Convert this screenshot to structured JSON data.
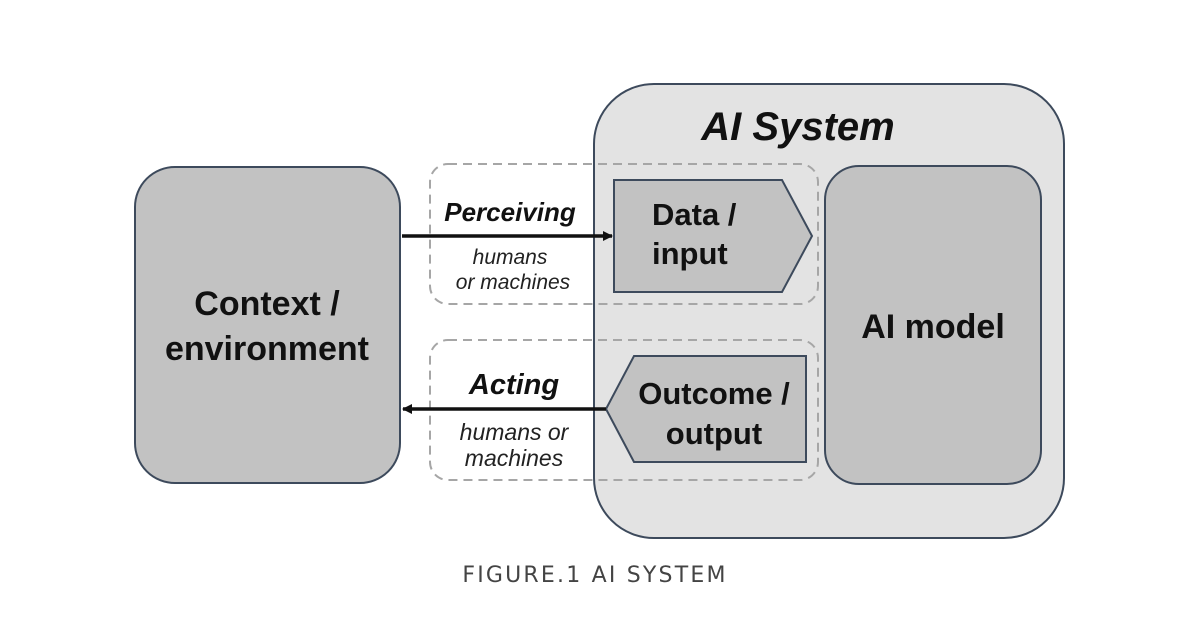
{
  "diagram": {
    "system_title": "AI System",
    "context_lines": [
      "Context /",
      "environment"
    ],
    "data_input_lines": [
      "Data /",
      "input"
    ],
    "outcome_lines": [
      "Outcome /",
      "output"
    ],
    "ai_model": "AI model",
    "perceiving": {
      "label": "Perceiving",
      "sub_lines": [
        "humans",
        "or machines"
      ]
    },
    "acting": {
      "label": "Acting",
      "sub_lines": [
        "humans or",
        "machines"
      ]
    }
  },
  "caption": "FIGURE.1 AI SYSTEM",
  "colors": {
    "system_fill": "#e3e3e3",
    "box_fill": "#c2c2c2",
    "stroke": "#3d4a5c",
    "dashed": "#a6a6a6",
    "text": "#111111"
  }
}
